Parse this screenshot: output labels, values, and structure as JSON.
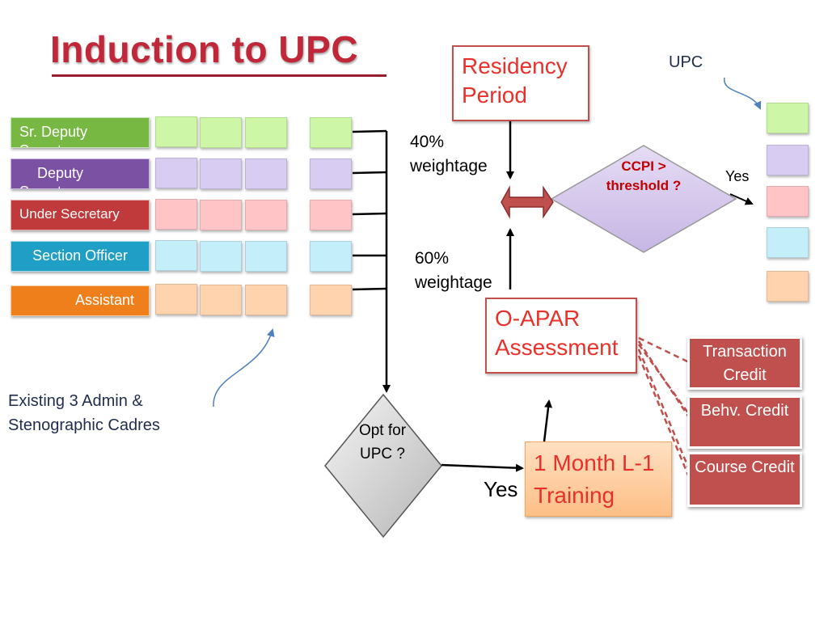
{
  "title": "Induction to UPC",
  "cadres": [
    {
      "name": "Sr. Deputy Secretary",
      "color": "#77b843"
    },
    {
      "name": "Deputy Secretary",
      "color": "#7b52a3"
    },
    {
      "name": "Under Secretary",
      "color": "#c0393b"
    },
    {
      "name": "Section Officer",
      "color": "#1f9fc6"
    },
    {
      "name": "Assistant",
      "color": "#ef7f1a"
    }
  ],
  "cell_colors": [
    "#cdf7a6",
    "#d8ccf2",
    "#ffc4c6",
    "#c4eef9",
    "#ffd3ad"
  ],
  "existing_caption": "Existing  3 Admin & Stenographic  Cadres",
  "opt_diamond": "Opt for UPC ?",
  "yes_opt": "Yes",
  "training": "1 Month L-1 Training",
  "oapar": "O-APAR Assessment",
  "credits": [
    "Transaction Credit",
    "Behv. Credit",
    "Course Credit"
  ],
  "residency": "Residency Period",
  "weight_40": "40% weightage",
  "weight_60": "60% weightage",
  "ccpi": "CCPI > threshold ?",
  "yes_ccpi": "Yes",
  "upc_label": "UPC"
}
